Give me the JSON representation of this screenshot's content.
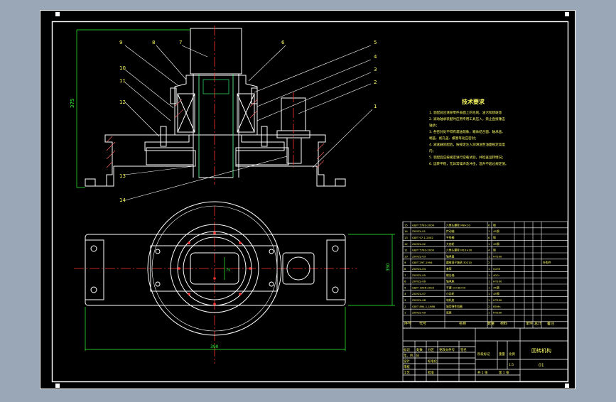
{
  "colors": {
    "viewport_bg": "#9aa7b6",
    "sheet_bg": "#000000",
    "line": "#ffffff",
    "part_label": "#ffff66",
    "dimension": "#33ff33",
    "centerline": "#ff3333",
    "leader": "#ffffff",
    "bore_fill": "#33cc66",
    "section_hatch": "#ff6666"
  },
  "callouts": {
    "n1": "1",
    "n2": "2",
    "n3": "3",
    "n4": "4",
    "n5": "5",
    "n6": "6",
    "n7": "7",
    "n8": "8",
    "n9": "9",
    "n10": "10",
    "n11": "11",
    "n12": "12",
    "n13": "13",
    "n14": "14"
  },
  "dimensions": {
    "height": "375",
    "width": "390",
    "side": "350",
    "bore": "75"
  },
  "tech": {
    "title": "技术要求",
    "lines": [
      "1. 装配前应清除零件表面上的毛刺、油污和锈斑等",
      "2. 滚动轴承装配时应用专用工具压入，禁止直接锤击",
      "   轴承；",
      "3. 各密封处不得有漏油现象，箱体结合面、轴承盖、",
      "   端盖、视孔盖、螺塞等处应密封；",
      "4. 减速器装配后，按规定注入润滑油至油面规定高度",
      "   内；",
      "5. 装配后应按规定进行空载试验，并检查运转情况；",
      "6. 运转平稳，无异常噪声及冲击，温升不超过规定值。"
    ]
  },
  "bom": {
    "rows": [
      {
        "no": "15",
        "code": "GB/T 5783-2000",
        "name": "六角头螺栓 M8×20",
        "qty": "6",
        "mat": "钢",
        "note": ""
      },
      {
        "no": "14",
        "code": "ZX-YZL-01",
        "name": "传动轴",
        "qty": "1",
        "mat": "45钢",
        "note": ""
      },
      {
        "no": "13",
        "code": "GB/T 97.1-2002",
        "name": "平垫圈",
        "qty": "6",
        "mat": "钢",
        "note": ""
      },
      {
        "no": "12",
        "code": "ZX-YZL-02",
        "name": "大齿轮",
        "qty": "1",
        "mat": "45钢",
        "note": ""
      },
      {
        "no": "11",
        "code": "GB/T 5783-2000",
        "name": "六角头螺栓 M10×30",
        "qty": "4",
        "mat": "钢",
        "note": ""
      },
      {
        "no": "10",
        "code": "ZX-YZL-03",
        "name": "轴承盖",
        "qty": "1",
        "mat": "HT200",
        "note": ""
      },
      {
        "no": "9",
        "code": "GB/T 297-1994",
        "name": "圆锥滚子轴承 30210",
        "qty": "2",
        "mat": "",
        "note": "外购件"
      },
      {
        "no": "8",
        "code": "ZX-YZL-04",
        "name": "套筒",
        "qty": "1",
        "mat": "Q235",
        "note": ""
      },
      {
        "no": "7",
        "code": "ZX-YZL-05",
        "name": "输出轴",
        "qty": "1",
        "mat": "40Cr",
        "note": ""
      },
      {
        "no": "6",
        "code": "ZX-YZL-06",
        "name": "轴承座",
        "qty": "1",
        "mat": "HT200",
        "note": ""
      },
      {
        "no": "5",
        "code": "GB/T 1096-2003",
        "name": "平键 10×8×40",
        "qty": "1",
        "mat": "45钢",
        "note": ""
      },
      {
        "no": "4",
        "code": "ZX-YZL-07",
        "name": "小齿轮",
        "qty": "1",
        "mat": "45钢",
        "note": ""
      },
      {
        "no": "3",
        "code": "ZX-YZL-08",
        "name": "电机座",
        "qty": "1",
        "mat": "HT200",
        "note": ""
      },
      {
        "no": "2",
        "code": "GB/T 894.1-1986",
        "name": "轴用弹性挡圈",
        "qty": "2",
        "mat": "65Mn",
        "note": ""
      },
      {
        "no": "1",
        "code": "ZX-YZL-09",
        "name": "底座",
        "qty": "1",
        "mat": "HT200",
        "note": ""
      }
    ],
    "header": {
      "no": "序号",
      "code": "代号",
      "name": "名称",
      "qty": "数量",
      "mat": "材料",
      "unit": "单件",
      "total": "总计",
      "weight": "重量",
      "note": "备注"
    }
  },
  "titleblock": {
    "drawing_name": "回转机构",
    "drawing_no": "01",
    "scale_label": "比例",
    "scale": "1:5",
    "weight_label": "重量",
    "stage_label": "阶段标记",
    "sheet": "共 1 张",
    "page": "第 1 张",
    "rev_row": [
      "标记",
      "处数",
      "分区",
      "更改文件号",
      "签名",
      "年、月、日"
    ],
    "design": "设计",
    "std": "标准化",
    "review": "审核",
    "process": "工艺",
    "approve": "批准"
  }
}
